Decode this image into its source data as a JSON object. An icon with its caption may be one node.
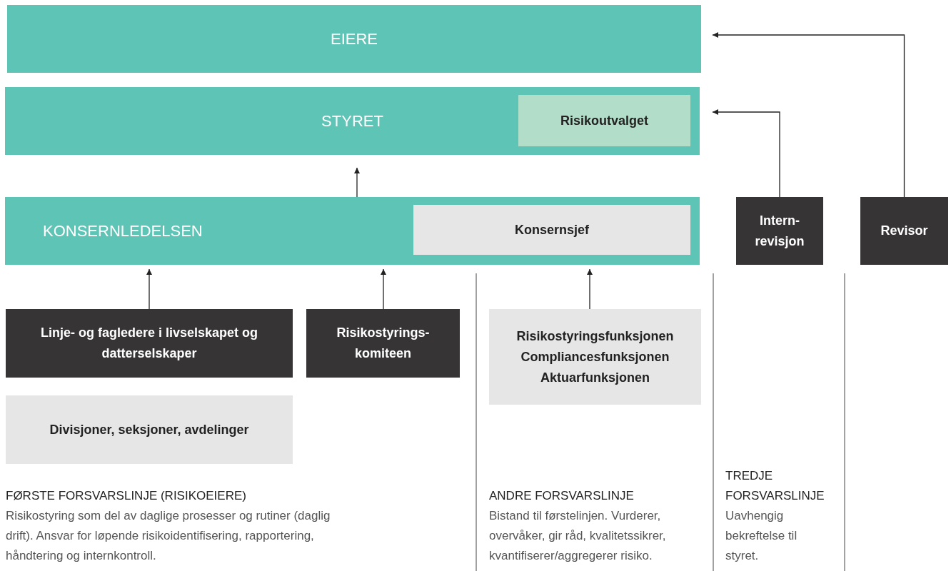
{
  "diagram": {
    "nodes": [
      {
        "text": [
          "EIERE"
        ]
      },
      {
        "text": [
          "STYRET"
        ]
      },
      {
        "text": [
          "Risikoutvalget"
        ],
        "in": 1
      },
      {
        "text": [
          "KONSERNLEDELSEN"
        ]
      },
      {
        "text": [
          "Konsernsjef"
        ],
        "in": 3
      },
      {
        "text": [
          "Intern- revisjon"
        ]
      },
      {
        "text": [
          "Revisor"
        ]
      },
      {
        "text": [
          "Linje- og fagledere i livselskapet og datterselskaper"
        ]
      },
      {
        "text": [
          "Risikostyrings- komiteen"
        ]
      },
      {
        "text": [
          "Risikostyringsfunksjonen",
          "Compliancesfunksjonen",
          "Aktuarfunksjonen"
        ]
      },
      {
        "text": [
          "Divisjoner, seksjoner, avdelinger"
        ]
      }
    ],
    "edges": [
      {
        "from": 3,
        "to": 1,
        "arrow": "to"
      },
      {
        "from": 7,
        "to": 3,
        "arrow": "to"
      },
      {
        "from": 8,
        "to": 3,
        "arrow": "to"
      },
      {
        "from": 9,
        "to": 4,
        "arrow": "to"
      },
      {
        "from": 5,
        "to": 1,
        "arrow": "to"
      },
      {
        "from": 6,
        "to": 0,
        "arrow": "to"
      }
    ],
    "labels": [
      "FØRSTE FORSVARSLINJE (RISIKOEIERE)",
      "Risikostyring som del av daglige prosesser og rutiner (daglig drift). Ansvar for løpende risikoidentifisering, rapportering, håndtering og internkontroll.",
      "ANDRE FORSVARSLINJE",
      "Bistand til førstelinjen. Vurderer, overvåker, gir råd, kvalitetssikrer, kvantifiserer/aggregerer risiko.",
      "TREDJE FORSVARSLINJE",
      "Uavhengig bekreftelse til styret."
    ]
  }
}
